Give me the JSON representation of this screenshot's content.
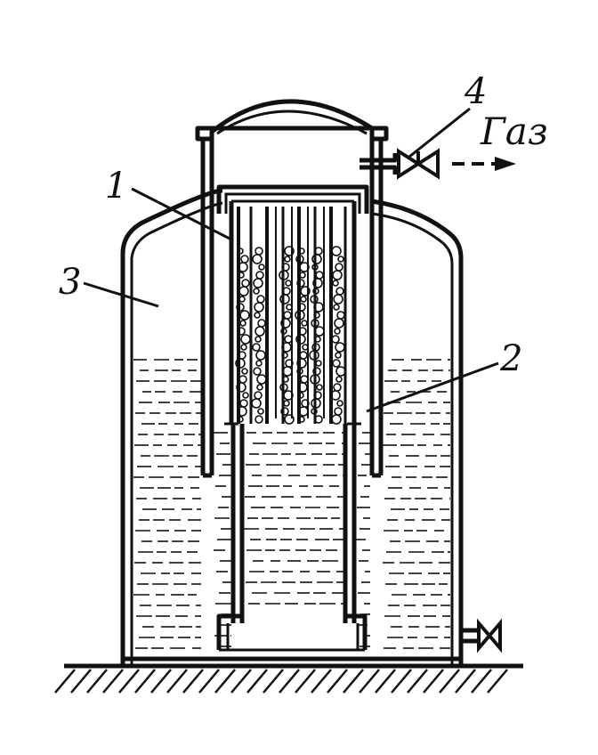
{
  "labels": {
    "part_1": "1",
    "part_2": "2",
    "part_3": "3",
    "part_4": "4",
    "gas": "Газ"
  },
  "colors": {
    "ink": "#111111",
    "paper": "#ffffff"
  }
}
